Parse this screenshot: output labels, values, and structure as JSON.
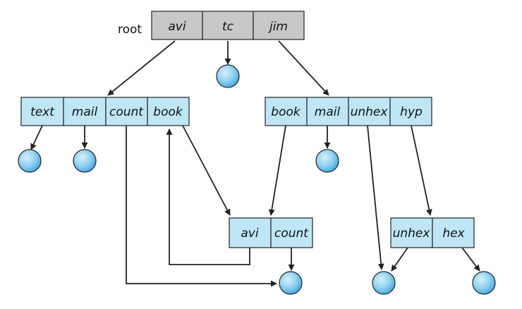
{
  "root_label": "root",
  "directories": [
    {
      "id": "root",
      "kind": "root",
      "entries": [
        "avi",
        "tc",
        "jim"
      ]
    },
    {
      "id": "avi-dir",
      "kind": "dir",
      "entries": [
        "text",
        "mail",
        "count",
        "book"
      ]
    },
    {
      "id": "jim-dir",
      "kind": "dir",
      "entries": [
        "book",
        "mail",
        "unhex",
        "hyp"
      ]
    },
    {
      "id": "shared-dir",
      "kind": "dir",
      "entries": [
        "avi",
        "count"
      ]
    },
    {
      "id": "hyp-dir",
      "kind": "dir",
      "entries": [
        "unhex",
        "hex"
      ]
    }
  ],
  "files": [
    "tc-file",
    "text-file",
    "mail-file-avi",
    "mail-file-jim",
    "count-file",
    "unhex-file",
    "hex-file"
  ],
  "links": [
    {
      "from": "root.avi",
      "to": "avi-dir"
    },
    {
      "from": "root.tc",
      "to": "tc-file"
    },
    {
      "from": "root.jim",
      "to": "jim-dir"
    },
    {
      "from": "avi-dir.text",
      "to": "text-file"
    },
    {
      "from": "avi-dir.mail",
      "to": "mail-file-avi"
    },
    {
      "from": "avi-dir.count",
      "to": "count-file"
    },
    {
      "from": "avi-dir.book",
      "to": "shared-dir"
    },
    {
      "from": "jim-dir.book",
      "to": "shared-dir"
    },
    {
      "from": "jim-dir.mail",
      "to": "mail-file-jim"
    },
    {
      "from": "jim-dir.unhex",
      "to": "unhex-file"
    },
    {
      "from": "jim-dir.hyp",
      "to": "hyp-dir"
    },
    {
      "from": "shared-dir.avi",
      "to": "avi-dir"
    },
    {
      "from": "shared-dir.count",
      "to": "count-file"
    },
    {
      "from": "hyp-dir.unhex",
      "to": "unhex-file"
    },
    {
      "from": "hyp-dir.hex",
      "to": "hex-file"
    }
  ],
  "colors": {
    "root_cell": "#c8c8ca",
    "directory_cell": "#bfe6f5",
    "file_node_light": "#d8f1fc",
    "file_node_dark": "#3ea6dc",
    "stroke": "#222222"
  }
}
